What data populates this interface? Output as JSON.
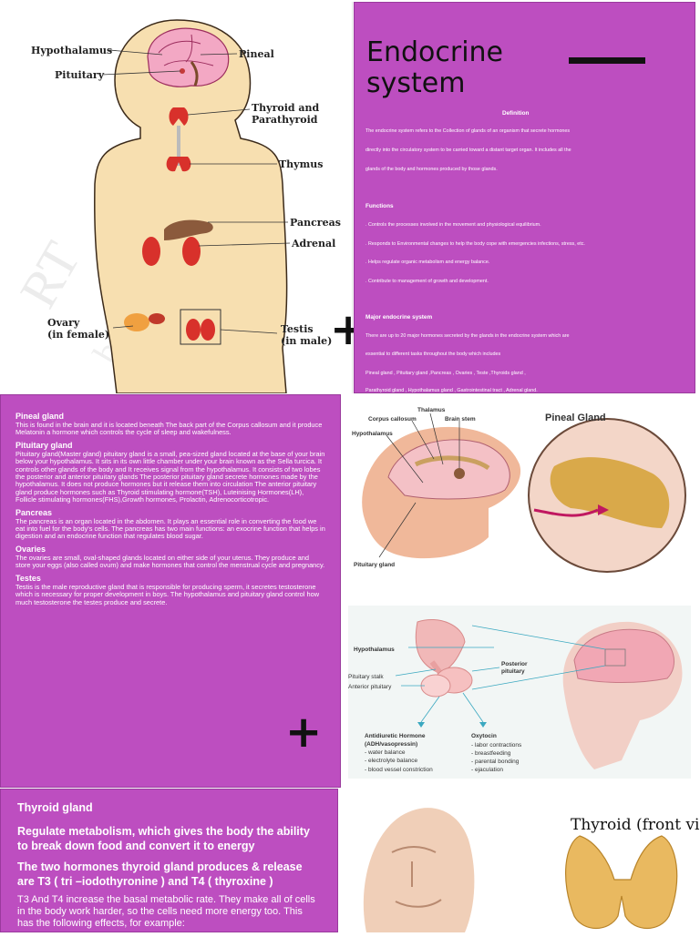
{
  "body_diagram": {
    "labels": [
      "Hypothalamus",
      "Pituitary",
      "Pineal",
      "Thyroid and",
      "Parathyroid",
      "Thymus",
      "Pancreas",
      "Adrenal",
      "Ovary",
      "(in female)",
      "Testis",
      "(in male)"
    ]
  },
  "definition_panel": {
    "title_line1": "Endocrine",
    "title_line2": "system",
    "definition_heading": "Definition",
    "definition_lines": [
      "The endocrine system refers to the Collection of glands of an organism that secrete hormones",
      "directly into the circulatory system to be carried toward a distant target organ. It includes all the",
      "glands of the body and hormones produced by those glands."
    ],
    "functions_heading": "Functions",
    "functions": [
      ". Controls the processes involved in the movement and physiological equilibrium.",
      ". Responds to Environmental changes to help the body cope with emergencies infections, stress, etc.",
      ". Helps regulate organic metabolism and energy balance.",
      ". Contribute to management of growth and development."
    ],
    "major_heading": "Major endocrine system",
    "major_lines": [
      "There are up to 20 major hormones secreted by the glands in the endocrine system which are",
      "essential to different tasks throughout the body which includes",
      "Pineal gland   , Pituitary gland ,Pancreas   , Ovaries  , Teste  ,Thyroids gland  ,",
      " Parathyroid gland  , Hypothalamus gland  , Gastrointestinal tract  , Adrenal gland."
    ]
  },
  "glands_panel": {
    "sections": [
      {
        "heading": "Pineal gland",
        "text": "This is found in the brain and it is located beneath The back part of the Corpus callosum and it produce Melatonin a hormone which controls the cycle of sleep and wakefulness."
      },
      {
        "heading": "Pituitary gland",
        "text": "Pituitary  gland(Master gland) pituitary gland is a small, pea-sized gland located at the base of your brain below your hypothalamus. It sits in its own little chamber under your brain known as the Sella turcica. It controls other glands of the body and It receives signal from the hypothalamus. It consists of two lobes the posterior and anterior pituitary glands The posterior pituitary gland secrete hormones made by the hypothalamus. It does not produce hormones but it release them into circulation The anterior pituitary gland produce hormones such as Thyroid stimulating hormone(TSH), Luteinising Hormones(LH), Follicle stimulating hormones(FHS),Growth hormones, Prolactin, Adrenocorticotropic."
      },
      {
        "heading": "Pancreas",
        "text": "The pancreas is an organ located in the abdomen. It plays an essential role in converting the food we eat into fuel for the body's cells. The pancreas has two main functions: an exocrine function that helps in digestion and an endocrine function that regulates blood sugar."
      },
      {
        "heading": "Ovaries",
        "text": "The ovaries are small, oval-shaped glands located on either side of your uterus. They produce and store your eggs (also called ovum) and make hormones that control the menstrual cycle and pregnancy."
      },
      {
        "heading": "Testes",
        "text": "Testis is the male reproductive gland that is responsible for producing sperm, it secretes testosterone which is necessary for proper development in boys. The hypothalamus and pituitary gland control how much testosterone the testes produce and secrete."
      }
    ]
  },
  "pineal_diagram": {
    "labels": [
      "Thalamus",
      "Corpus callosum",
      "Brain stem",
      "Hypothalamus",
      "Pineal Gland",
      "Pituitary gland"
    ]
  },
  "pituitary_diagram": {
    "labels": [
      "Hypothalamus",
      "Pituitary stalk",
      "Anterior pituitary",
      "Posterior",
      "pituitary"
    ],
    "adh_title": "Antidiuretic Hormone",
    "adh_subtitle": "(ADH/vasopressin)",
    "adh_items": [
      "- water balance",
      "- electrolyte balance",
      "- blood vessel constriction"
    ],
    "oxy_title": "Oxytocin",
    "oxy_items": [
      "- labor contractions",
      "- breastfeeding",
      "- parental bonding",
      "- ejaculation"
    ]
  },
  "thyroid_panel": {
    "heading": "Thyroid gland",
    "para1": "Regulate metabolism, which gives the body the ability to break down food and convert it to energy",
    "para2": "The two hormones thyroid gland produces & release are T3 ( tri –iodothyronine ) and T4 ( thyroxine )",
    "para3": "T3 And T4 increase the basal metabolic rate. They make all of cells in the body work harder, so the cells need more energy too. This has the following effects, for example:"
  },
  "thyroid_image": {
    "caption": "Thyroid (front view)"
  },
  "markers": {
    "plus": "+"
  },
  "colors": {
    "panel_purple": "#bd4ec0",
    "skin": "#f7dfb0",
    "gland_red": "#d8312b"
  }
}
